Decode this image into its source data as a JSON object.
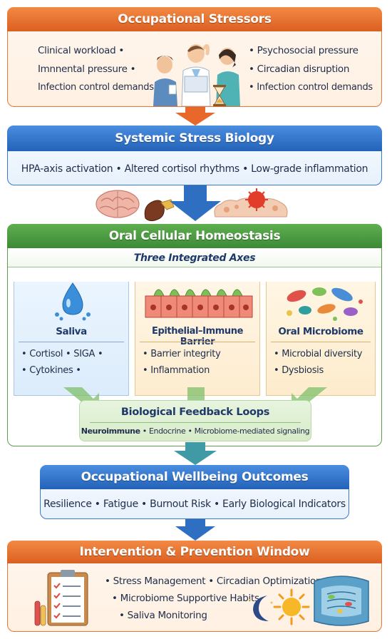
{
  "stressors": {
    "title": "Occupational Stressors",
    "left_items": [
      "Clinical workload •",
      "Imnnental pressure •",
      "Infection control demands"
    ],
    "right_items": [
      "• Psychosocial pressure",
      "• Circadian disruption",
      "• Infection control demands"
    ]
  },
  "systemic": {
    "title": "Systemic Stress Biology",
    "line": "HPA-axis activation • Altered cortisol rhythms • Low-grade inflammation"
  },
  "oral": {
    "title": "Oral Cellular Homeostasis",
    "subtitle": "Three Integrated Axes",
    "columns": [
      {
        "title": "Saliva",
        "items": [
          "• Cortisol • SIGA •",
          "• Cytokines •"
        ]
      },
      {
        "title": "Epithelial–Immune Barrier",
        "items": [
          "• Barrier integrity",
          "• Inflammation"
        ]
      },
      {
        "title": "Oral Microbiome",
        "items": [
          "• Microbial diversity",
          "• Dysbiosis"
        ]
      }
    ],
    "feedback": {
      "title": "Biological Feedback Loops",
      "bold_part": "Neuroimmune",
      "rest": " • Endocrine • Microbiome-mediated signaling"
    }
  },
  "outcomes": {
    "title": "Occupational Wellbeing Outcomes",
    "line": "Resilience • Fatigue • Burnout Risk • Early Biological Indicators"
  },
  "intervention": {
    "title": "Intervention & Prevention Window",
    "items": [
      "• Stress Management • Circadian Optimization",
      "• Microbiome Supportive Habits",
      "• Saliva Monitoring"
    ]
  },
  "colors": {
    "orange": "#e0793a",
    "blue": "#2f6fc2",
    "green": "#4a9a40"
  }
}
